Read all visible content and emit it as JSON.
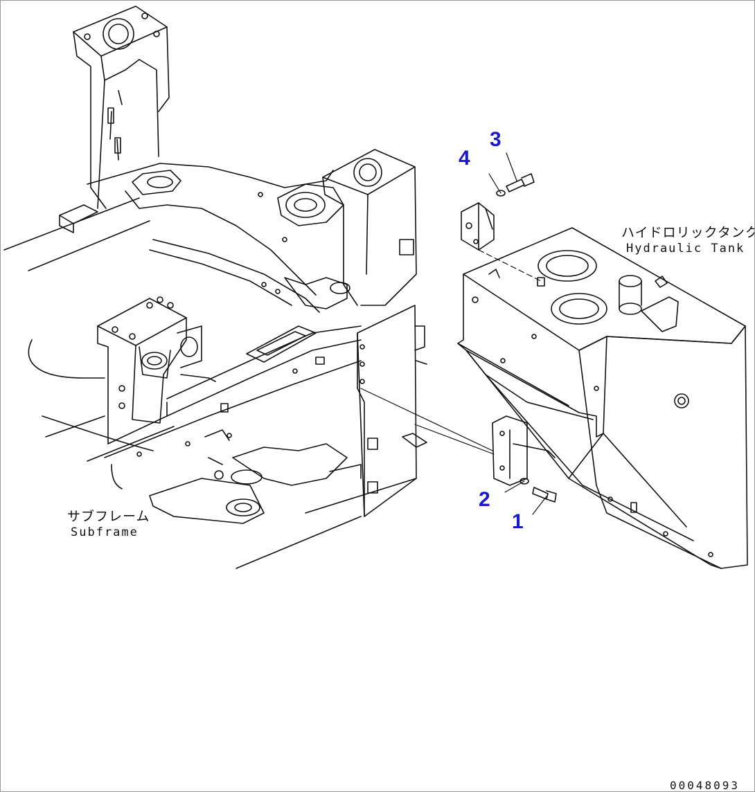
{
  "labels": {
    "subframe_jp": "サブフレーム",
    "subframe_en": "Subframe",
    "tank_jp": "ハイドロリックタンク",
    "tank_en": "Hydraulic Tank"
  },
  "callouts": [
    {
      "id": "part-1",
      "text": "1"
    },
    {
      "id": "part-2",
      "text": "2"
    },
    {
      "id": "part-3",
      "text": "3"
    },
    {
      "id": "part-4",
      "text": "4"
    }
  ],
  "document_id": "00048093",
  "colors": {
    "line": "#111111",
    "callout": "#1a1acc",
    "background": "#ffffff"
  }
}
